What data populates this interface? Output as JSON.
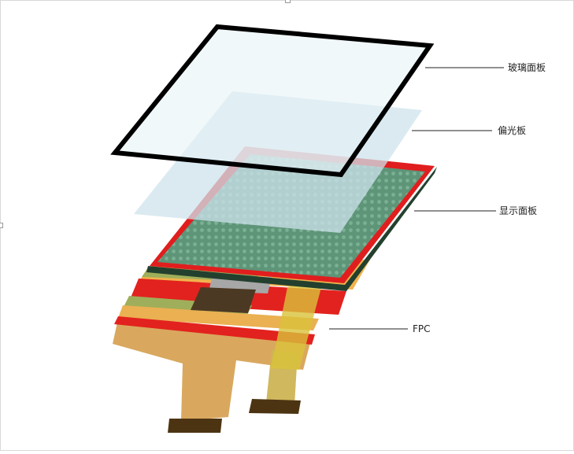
{
  "labels": {
    "glass_panel": "玻璃面板",
    "polarizer": "偏光板",
    "display_panel": "显示面板",
    "fpc": "FPC"
  },
  "colors": {
    "glass_fill": "#e6f2f6",
    "glass_frame": "#000000",
    "polarizer_fill": "#cfe3ec",
    "panel_grid": "#5e9478",
    "panel_frame": "#e01e1e",
    "panel_edge": "#23402e",
    "fpc_base": "#d9a85e",
    "fpc_orange": "#f1b24c",
    "fpc_green": "#9fae5a",
    "fpc_red": "#e2221e",
    "yellow_strip": "#d9c23a",
    "ic_gray": "#a7a7a7",
    "ic_dark": "#4c3923",
    "connector": "#4c3412"
  }
}
